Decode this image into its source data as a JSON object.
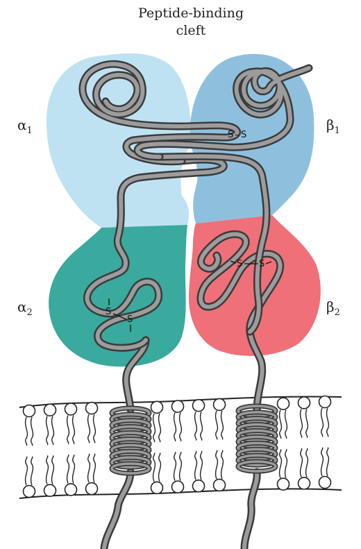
{
  "title": {
    "line1": "Peptide-binding",
    "line2": "cleft"
  },
  "labels": {
    "alpha1": {
      "base": "α",
      "sub": "1"
    },
    "alpha2": {
      "base": "α",
      "sub": "2"
    },
    "beta1": {
      "base": "β",
      "sub": "1"
    },
    "beta2": {
      "base": "β",
      "sub": "2"
    }
  },
  "disulfide": {
    "s": "S",
    "bond": "–"
  },
  "colors": {
    "alpha1": "#bfe2f3",
    "beta1": "#8ec0de",
    "alpha2": "#3aa99e",
    "beta2": "#ef7078",
    "chain_outline": "#3a3a3a",
    "chain_fill": "#9c9c9c",
    "membrane": "#222222"
  }
}
